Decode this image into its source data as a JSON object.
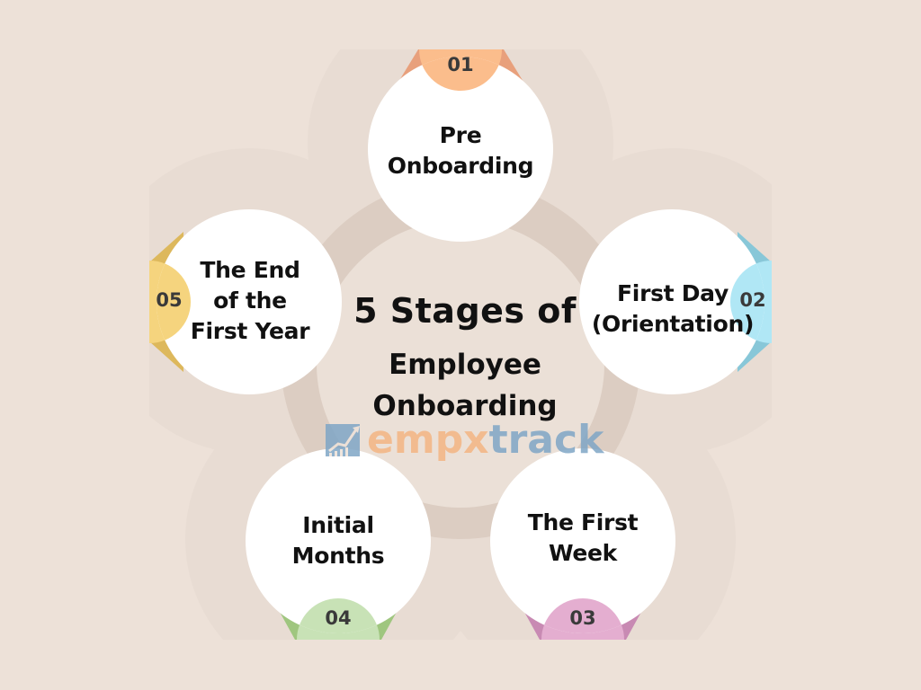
{
  "title": {
    "line1": "5 Stages of",
    "line2": "Employee",
    "line3": "Onboarding"
  },
  "logo": {
    "part1": "empx",
    "part2": "track",
    "icon": "growth-chart-icon"
  },
  "stages": [
    {
      "number": "01",
      "line1": "Pre",
      "line2": "Onboarding",
      "color": "#fbbd8c",
      "accent": "#e8a07c"
    },
    {
      "number": "02",
      "line1": "First Day",
      "line2": "(Orientation)",
      "color": "#b0e7f5",
      "accent": "#88c7d8"
    },
    {
      "number": "03",
      "line1": "The First",
      "line2": "Week",
      "color": "#e4aed0",
      "accent": "#c88ab3"
    },
    {
      "number": "04",
      "line1": "Initial",
      "line2": "Months",
      "color": "#c8e2b6",
      "accent": "#9fc67f"
    },
    {
      "number": "05",
      "line1": "The End",
      "line2": "of the",
      "line3": "First Year",
      "color": "#f5d47e",
      "accent": "#ddb85c"
    }
  ],
  "colors": {
    "background": "#ede1d8",
    "ring": "#dfd1c6",
    "center": "#ebe0d7",
    "circle": "#ffffff"
  }
}
